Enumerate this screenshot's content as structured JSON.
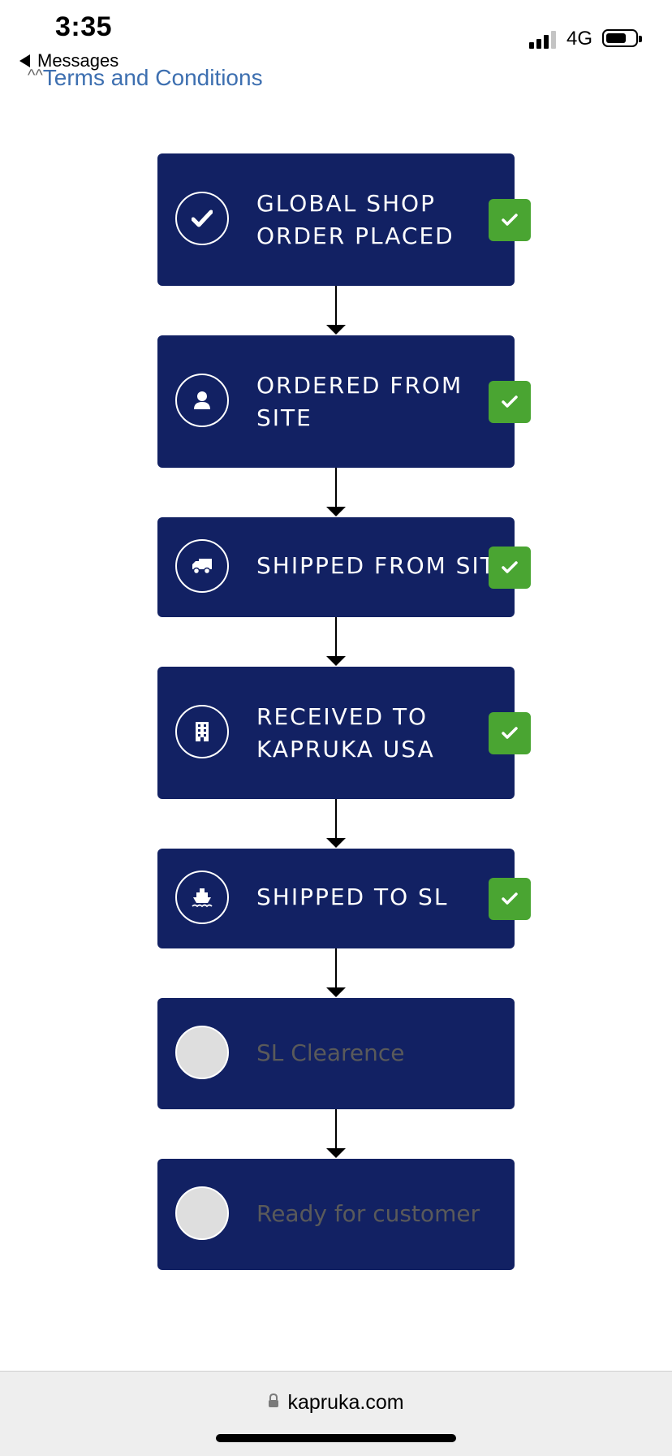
{
  "status_bar": {
    "time": "3:35",
    "back_label": "Messages",
    "network": "4G"
  },
  "terms_mark": "^^",
  "terms_link": "Terms and Conditions",
  "steps": [
    {
      "line1": "GLOBAL SHOP",
      "line2": "ORDER PLACED",
      "icon": "check-icon",
      "complete": true
    },
    {
      "line1": "ORDERED FROM",
      "line2": "SITE",
      "icon": "user-icon",
      "complete": true
    },
    {
      "line1": "SHIPPED FROM SITE",
      "line2": "",
      "icon": "truck-icon",
      "complete": true
    },
    {
      "line1": "RECEIVED TO",
      "line2": "KAPRUKA USA",
      "icon": "building-icon",
      "complete": true
    },
    {
      "line1": "SHIPPED TO SL",
      "line2": "",
      "icon": "ship-icon",
      "complete": true
    },
    {
      "line1": "SL Clearence",
      "line2": "",
      "icon": "",
      "complete": false
    },
    {
      "line1": "Ready for customer",
      "line2": "",
      "icon": "",
      "complete": false
    }
  ],
  "url_bar": {
    "domain": "kapruka.com"
  },
  "colors": {
    "step_bg": "#122163",
    "badge": "#4aa532",
    "link": "#3d6fb0",
    "pending_circle": "#dedede"
  }
}
